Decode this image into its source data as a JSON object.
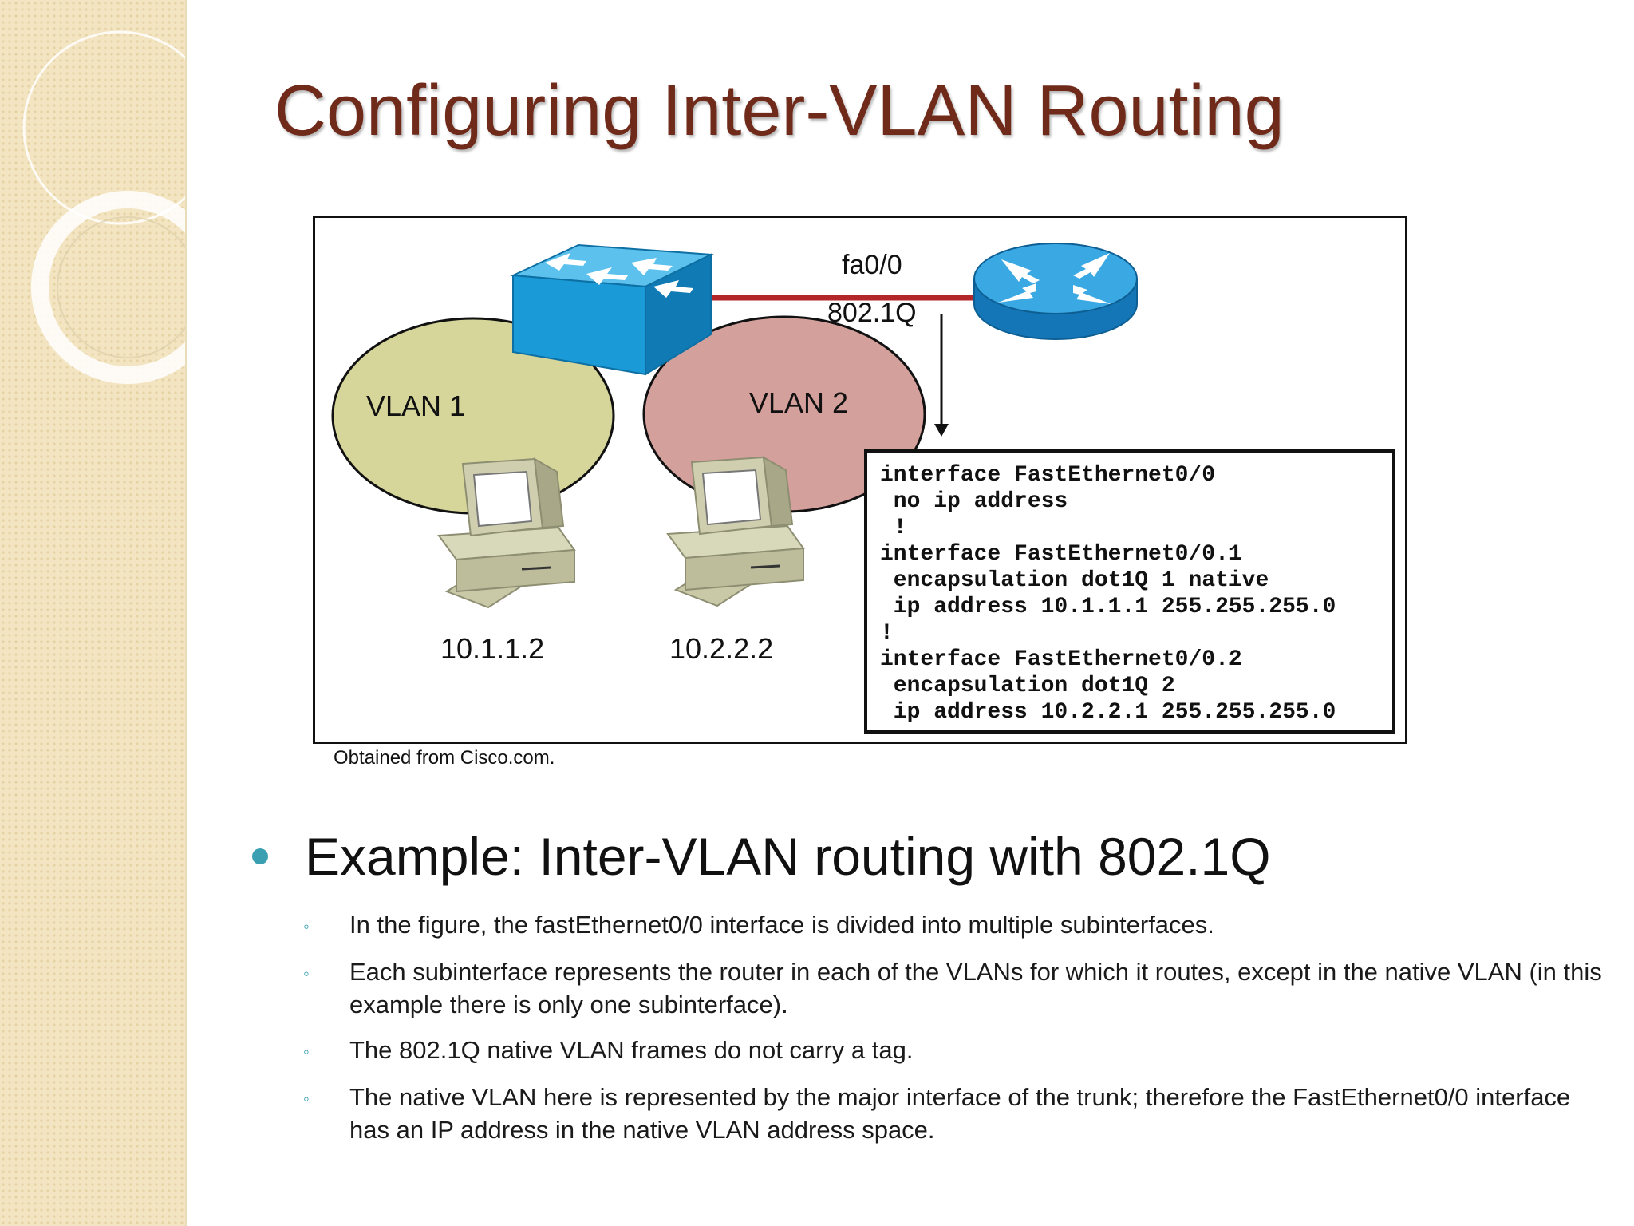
{
  "slide": {
    "title": "Configuring Inter-VLAN Routing",
    "caption": "Obtained from Cisco.com."
  },
  "figure": {
    "link_labels": [
      "fa0/0",
      "802.1Q"
    ],
    "vlan_labels": [
      "VLAN 1",
      "VLAN 2"
    ],
    "host_addresses": [
      "10.1.1.2",
      "10.2.2.2"
    ],
    "config_lines": [
      "interface FastEthernet0/0",
      " no ip address",
      " !",
      "interface FastEthernet0/0.1",
      " encapsulation dot1Q 1 native",
      " ip address 10.1.1.1 255.255.255.0",
      "!",
      "interface FastEthernet0/0.2",
      " encapsulation dot1Q 2",
      " ip address 10.2.2.1 255.255.255.0"
    ],
    "icons": [
      "switch-icon",
      "router-icon",
      "computer-icon"
    ],
    "colors": {
      "switch": "#1a9ad6",
      "router": "#1a8fd0",
      "vlan1": "#d6d69a",
      "vlan2": "#d4a09c",
      "trunk": "#b3262a"
    }
  },
  "bullets": {
    "main": "Example: Inter-VLAN routing with 802.1Q",
    "sub": [
      "In the figure, the fastEthernet0/0 interface is divided into multiple subinterfaces.",
      "Each subinterface represents the router in each of the VLANs for which it routes, except in the native VLAN (in this example there is only one subinterface).",
      "The 802.1Q native VLAN frames do not carry a tag.",
      "The native VLAN here is represented by the major interface of the trunk; therefore the FastEthernet0/0 interface has an IP address in the native VLAN address space."
    ]
  }
}
